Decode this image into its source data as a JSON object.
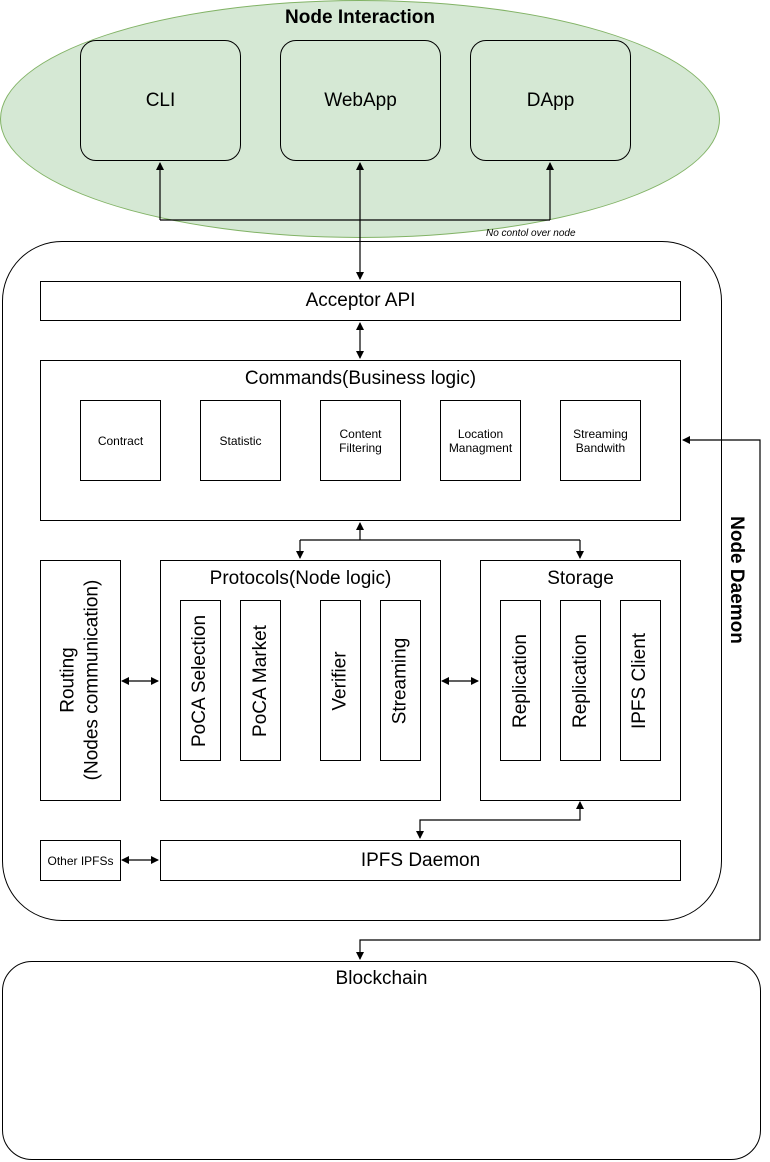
{
  "node_interaction": {
    "title": "Node Interaction",
    "clients": [
      "CLI",
      "WebApp",
      "DApp"
    ],
    "note": "No contol over node"
  },
  "daemon": {
    "side_label": "Node Daemon",
    "acceptor_api": "Acceptor API",
    "commands": {
      "title": "Commands(Business logic)",
      "items": [
        "Contract",
        "Statistic",
        "Content\nFiltering",
        "Location\nManagment",
        "Streaming\nBandwith"
      ]
    },
    "routing": {
      "line1": "Routing",
      "line2": "(Nodes communication)"
    },
    "protocols": {
      "title": "Protocols(Node logic)",
      "items": [
        "PoCA Selection",
        "PoCA Market",
        "Verifier",
        "Streaming"
      ]
    },
    "storage": {
      "title": "Storage",
      "items": [
        "Replication",
        "Replication",
        "IPFS Client"
      ]
    },
    "other_ipfs": "Other IPFSs",
    "ipfs_daemon": "IPFS Daemon"
  },
  "blockchain": {
    "title": "Blockchain"
  },
  "colors": {
    "ellipse_fill": "#d5e8d4",
    "ellipse_stroke": "#82b366",
    "line": "#000000"
  }
}
